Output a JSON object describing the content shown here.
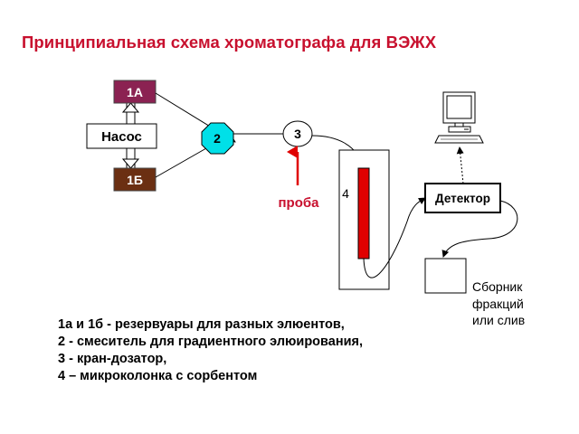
{
  "title": "Принципиальная схема хроматографа для ВЭЖХ",
  "nodes": {
    "reservoir_a": "1А",
    "reservoir_b": "1Б",
    "pump": "Насос",
    "mixer": "2",
    "injector": "3",
    "sample": "проба",
    "column": "4",
    "detector": "Детектор"
  },
  "collector_label": [
    "Сборник",
    "фракций",
    "или слив"
  ],
  "legend": [
    "1а  и 1б -  резервуары для разных элюентов,",
    "2 - смеситель для градиентного элюирования,",
    "3 - кран-дозатор,",
    "4 – микроколонка с сорбентом"
  ],
  "colors": {
    "title": "#c8102e",
    "reservoir_a": "#8b2252",
    "reservoir_b": "#6b2f12",
    "mixer": "#00e0e8",
    "column": "#e00000",
    "sample": "#c8102e"
  },
  "icons": {
    "computer": "computer-icon"
  }
}
